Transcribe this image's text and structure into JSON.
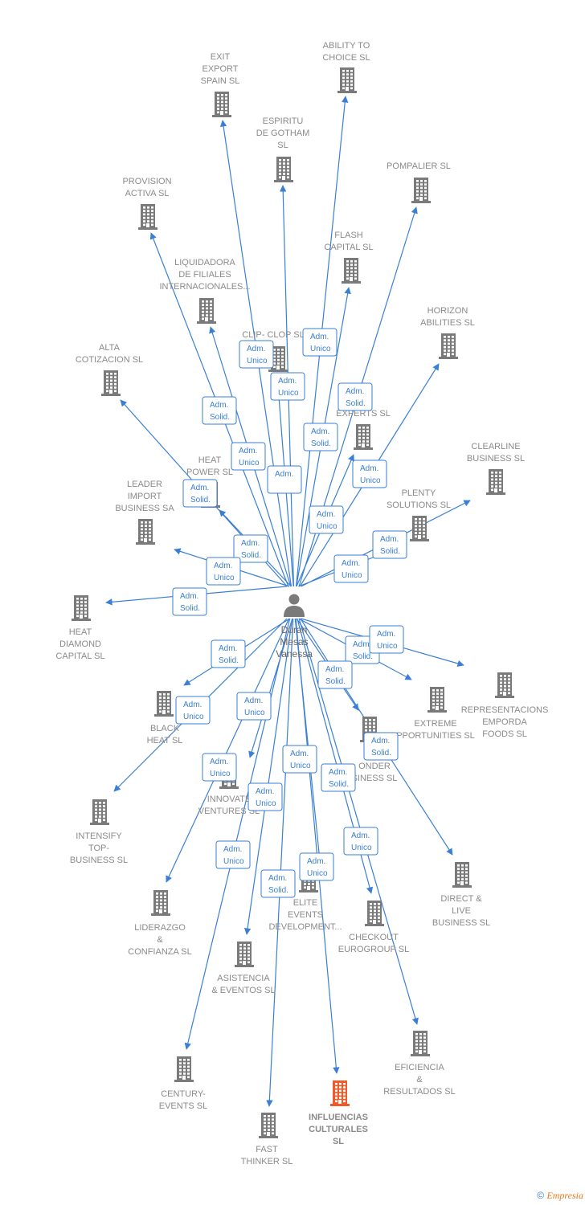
{
  "person": {
    "name_lines": [
      "Duran",
      "Mesas",
      "Vanessa"
    ],
    "icon": "person-icon"
  },
  "colors": {
    "edge": "#3a7fd5",
    "building": "#7a7a7a",
    "building_highlight": "#f05a28",
    "label": "#8a8a8a"
  },
  "companies": [
    {
      "id": "exit-export",
      "lines": [
        "EXIT",
        "EXPORT",
        "SPAIN SL"
      ]
    },
    {
      "id": "ability-choice",
      "lines": [
        "ABILITY TO",
        "CHOICE SL"
      ]
    },
    {
      "id": "espiritu-gotham",
      "lines": [
        "ESPIRITU",
        "DE GOTHAM",
        "SL"
      ]
    },
    {
      "id": "pompalier",
      "lines": [
        "POMPALIER SL"
      ]
    },
    {
      "id": "provision-activa",
      "lines": [
        "PROVISION",
        "ACTIVA SL"
      ]
    },
    {
      "id": "flash-capital",
      "lines": [
        "FLASH",
        "CAPITAL SL"
      ]
    },
    {
      "id": "liquidadora",
      "lines": [
        "LIQUIDADORA",
        "DE FILIALES",
        "INTERNACIONALES..."
      ]
    },
    {
      "id": "horizon-abilities",
      "lines": [
        "HORIZON",
        "ABILITIES SL"
      ]
    },
    {
      "id": "clip-clop",
      "lines": [
        "CLIP- CLOP SL"
      ]
    },
    {
      "id": "alta-cotizacion",
      "lines": [
        "ALTA",
        "COTIZACION SL"
      ]
    },
    {
      "id": "creative-experts",
      "lines": [
        "VE",
        "EXPERTS SL"
      ]
    },
    {
      "id": "clearline",
      "lines": [
        "CLEARLINE",
        "BUSINESS SL"
      ]
    },
    {
      "id": "heat-power",
      "lines": [
        "HEAT",
        "POWER SL"
      ]
    },
    {
      "id": "leader-import",
      "lines": [
        "LEADER",
        "IMPORT",
        "BUSINESS SA"
      ]
    },
    {
      "id": "plenty-solutions",
      "lines": [
        "PLENTY",
        "SOLUTIONS SL"
      ]
    },
    {
      "id": "heat-diamond",
      "lines": [
        "HEAT",
        "DIAMOND",
        "CAPITAL SL"
      ]
    },
    {
      "id": "representacions",
      "lines": [
        "REPRESENTACIONS",
        "EMPORDA",
        "FOODS SL"
      ]
    },
    {
      "id": "extreme",
      "lines": [
        "EXTREME",
        "PPORTUNITIES SL"
      ]
    },
    {
      "id": "black-heat",
      "lines": [
        "BLACK",
        "HEAT SL"
      ]
    },
    {
      "id": "beyond",
      "lines": [
        "B",
        "ONDER",
        "SINESS SL"
      ]
    },
    {
      "id": "innovate",
      "lines": [
        "INNOVATE",
        "VENTURES SL"
      ]
    },
    {
      "id": "intensify",
      "lines": [
        "INTENSIFY",
        "TOP-",
        "BUSINESS SL"
      ]
    },
    {
      "id": "direct-live",
      "lines": [
        "DIRECT &",
        "LIVE",
        "BUSINESS SL"
      ]
    },
    {
      "id": "liderazgo",
      "lines": [
        "LIDERAZGO",
        "&",
        "CONFIANZA SL"
      ]
    },
    {
      "id": "elite-events",
      "lines": [
        "ELITE",
        "EVENTS",
        "DEVELOPMENT..."
      ]
    },
    {
      "id": "checkout",
      "lines": [
        "CHECKOUT",
        "EUROGROUP SL"
      ]
    },
    {
      "id": "asistencia",
      "lines": [
        "ASISTENCIA",
        "& EVENTOS SL"
      ]
    },
    {
      "id": "eficiencia",
      "lines": [
        "EFICIENCIA",
        "&",
        "RESULTADOS SL"
      ]
    },
    {
      "id": "century",
      "lines": [
        "CENTURY-",
        "EVENTS SL"
      ]
    },
    {
      "id": "influencias",
      "lines": [
        "INFLUENCIAS",
        "CULTURALES",
        "SL"
      ],
      "highlight": true
    },
    {
      "id": "fast-thinker",
      "lines": [
        "FAST",
        "THINKER SL"
      ]
    }
  ],
  "badges": [
    {
      "lines": [
        "Adm.",
        "Unico"
      ]
    },
    {
      "lines": [
        "Adm.",
        "Unico"
      ]
    },
    {
      "lines": [
        "Adm.",
        "Unico"
      ]
    },
    {
      "lines": [
        "Adm.",
        "Solid."
      ]
    },
    {
      "lines": [
        "Adm.",
        "Solid."
      ]
    },
    {
      "lines": [
        "Adm.",
        "Solid."
      ]
    },
    {
      "lines": [
        "Adm.",
        "Unico"
      ]
    },
    {
      "lines": [
        "Adm.",
        "Solid."
      ]
    },
    {
      "lines": [
        "Adm.",
        "Unico"
      ]
    },
    {
      "lines": [
        "Adm."
      ]
    },
    {
      "lines": [
        "Adm.",
        "Unico"
      ]
    },
    {
      "lines": [
        "Adm.",
        "Solid."
      ]
    },
    {
      "lines": [
        "Adm.",
        "Solid."
      ]
    },
    {
      "lines": [
        "Adm.",
        "Unico"
      ]
    },
    {
      "lines": [
        "Adm.",
        "Unico"
      ]
    },
    {
      "lines": [
        "Adm.",
        "Solid."
      ]
    },
    {
      "lines": [
        "Adm.",
        "Solid."
      ]
    },
    {
      "lines": [
        "Adm.",
        "Unico"
      ]
    },
    {
      "lines": [
        "Adm.",
        "Solid."
      ]
    },
    {
      "lines": [
        "Adm.",
        "Solid."
      ]
    },
    {
      "lines": [
        "Adm.",
        "Unico"
      ]
    },
    {
      "lines": [
        "Adm.",
        "Unico"
      ]
    },
    {
      "lines": [
        "Adm.",
        "Solid."
      ]
    },
    {
      "lines": [
        "Adm.",
        "Unico"
      ]
    },
    {
      "lines": [
        "Adm.",
        "Unico"
      ]
    },
    {
      "lines": [
        "Adm.",
        "Solid."
      ]
    },
    {
      "lines": [
        "Adm.",
        "Unico"
      ]
    },
    {
      "lines": [
        "Adm.",
        "Unico"
      ]
    },
    {
      "lines": [
        "Adm.",
        "Unico"
      ]
    },
    {
      "lines": [
        "Adm.",
        "Unico"
      ]
    },
    {
      "lines": [
        "Adm.",
        "Solid."
      ]
    }
  ],
  "footer": {
    "copyright": "©",
    "brand": "Empresia"
  }
}
